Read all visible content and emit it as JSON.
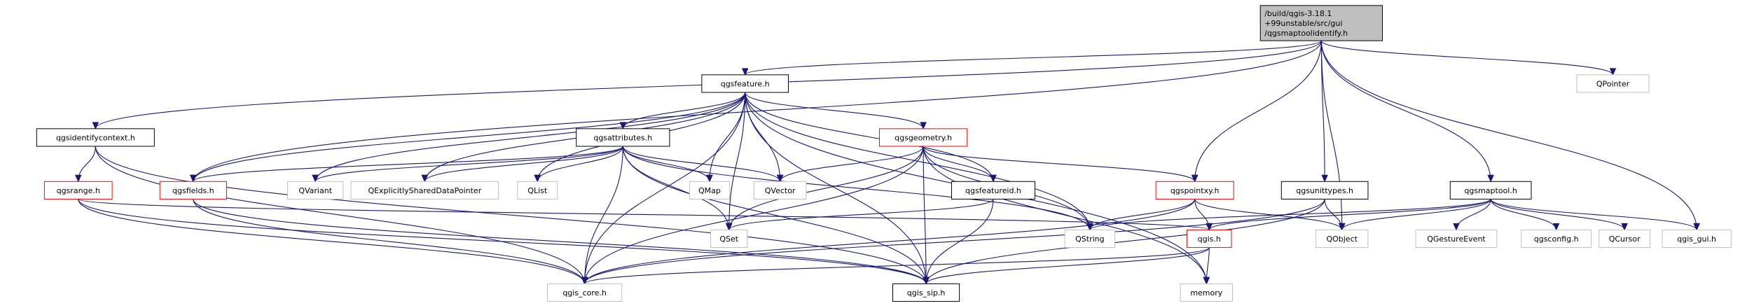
{
  "colors": {
    "edge": "#191970",
    "edge_light": "#a9a9a9",
    "border_normal": "#000000",
    "border_light": "#bfbfbf",
    "border_red": "#ff0000",
    "fill_root": "#bfbfbf",
    "fill_normal": "#ffffff"
  },
  "graph": {
    "nodes": [
      {
        "id": "root",
        "lines": [
          "/build/qgis-3.18.1",
          "+99unstable/src/gui",
          "/qgsmaptoolidentify.h"
        ]
      },
      {
        "id": "qpointer",
        "lines": [
          "QPointer"
        ]
      },
      {
        "id": "qgsfeature",
        "lines": [
          "qgsfeature.h"
        ]
      },
      {
        "id": "qgsidentifycontext",
        "lines": [
          "qgsidentifycontext.h"
        ]
      },
      {
        "id": "qgsattributes",
        "lines": [
          "qgsattributes.h"
        ]
      },
      {
        "id": "qgsgeometry",
        "lines": [
          "qgsgeometry.h"
        ]
      },
      {
        "id": "qgsrange",
        "lines": [
          "qgsrange.h"
        ]
      },
      {
        "id": "qgsfields",
        "lines": [
          "qgsfields.h"
        ]
      },
      {
        "id": "qvariant",
        "lines": [
          "QVariant"
        ]
      },
      {
        "id": "qexplicit",
        "lines": [
          "QExplicitlySharedDataPointer"
        ]
      },
      {
        "id": "qlist",
        "lines": [
          "QList"
        ]
      },
      {
        "id": "qmap",
        "lines": [
          "QMap"
        ]
      },
      {
        "id": "qvector",
        "lines": [
          "QVector"
        ]
      },
      {
        "id": "qgsfeatureid",
        "lines": [
          "qgsfeatureid.h"
        ]
      },
      {
        "id": "qgspointxy",
        "lines": [
          "qgspointxy.h"
        ]
      },
      {
        "id": "qgsunittypes",
        "lines": [
          "qgsunittypes.h"
        ]
      },
      {
        "id": "qgsmaptool",
        "lines": [
          "qgsmaptool.h"
        ]
      },
      {
        "id": "qset",
        "lines": [
          "QSet"
        ]
      },
      {
        "id": "qstring",
        "lines": [
          "QString"
        ]
      },
      {
        "id": "qgis",
        "lines": [
          "qgis.h"
        ]
      },
      {
        "id": "qobject",
        "lines": [
          "QObject"
        ]
      },
      {
        "id": "qgestureevent",
        "lines": [
          "QGestureEvent"
        ]
      },
      {
        "id": "qgsconfig",
        "lines": [
          "qgsconfig.h"
        ]
      },
      {
        "id": "qcursor",
        "lines": [
          "QCursor"
        ]
      },
      {
        "id": "qgis_gui",
        "lines": [
          "qgis_gui.h"
        ]
      },
      {
        "id": "qgis_core",
        "lines": [
          "qgis_core.h"
        ]
      },
      {
        "id": "qgis_sip",
        "lines": [
          "qgis_sip.h"
        ]
      },
      {
        "id": "memory",
        "lines": [
          "memory"
        ]
      }
    ],
    "edges": [
      {
        "from": "root",
        "to": "qgsfeature"
      },
      {
        "from": "root",
        "to": "qgsidentifycontext"
      },
      {
        "from": "root",
        "to": "qgsfields"
      },
      {
        "from": "root",
        "to": "qgspointxy"
      },
      {
        "from": "root",
        "to": "qgsunittypes"
      },
      {
        "from": "root",
        "to": "qobject"
      },
      {
        "from": "root",
        "to": "qgsmaptool"
      },
      {
        "from": "root",
        "to": "qgis_gui"
      },
      {
        "from": "root",
        "to": "qpointer"
      },
      {
        "from": "qgsfeature",
        "to": "qgsattributes"
      },
      {
        "from": "qgsfeature",
        "to": "qgsgeometry"
      },
      {
        "from": "qgsfeature",
        "to": "qgsfields"
      },
      {
        "from": "qgsfeature",
        "to": "qgsfeatureid"
      },
      {
        "from": "qgsfeature",
        "to": "qvariant"
      },
      {
        "from": "qgsfeature",
        "to": "qexplicit"
      },
      {
        "from": "qgsfeature",
        "to": "qlist"
      },
      {
        "from": "qgsfeature",
        "to": "qmap"
      },
      {
        "from": "qgsfeature",
        "to": "qvector"
      },
      {
        "from": "qgsfeature",
        "to": "qstring"
      },
      {
        "from": "qgsfeature",
        "to": "qset"
      },
      {
        "from": "qgsfeature",
        "to": "qgis_core"
      },
      {
        "from": "qgsfeature",
        "to": "qgis_sip"
      },
      {
        "from": "qgsfeature",
        "to": "memory"
      },
      {
        "from": "qgsidentifycontext",
        "to": "qgsrange"
      },
      {
        "from": "qgsidentifycontext",
        "to": "qgis_core"
      },
      {
        "from": "qgsidentifycontext",
        "to": "qgis_sip"
      },
      {
        "from": "qgsattributes",
        "to": "qgsfields"
      },
      {
        "from": "qgsattributes",
        "to": "qvariant"
      },
      {
        "from": "qgsattributes",
        "to": "qexplicit"
      },
      {
        "from": "qgsattributes",
        "to": "qlist"
      },
      {
        "from": "qgsattributes",
        "to": "qmap"
      },
      {
        "from": "qgsattributes",
        "to": "qvector"
      },
      {
        "from": "qgsattributes",
        "to": "qset"
      },
      {
        "from": "qgsattributes",
        "to": "qstring"
      },
      {
        "from": "qgsattributes",
        "to": "qgis_core"
      },
      {
        "from": "qgsattributes",
        "to": "qgis_sip"
      },
      {
        "from": "qgsgeometry",
        "to": "qvector"
      },
      {
        "from": "qgsgeometry",
        "to": "qgsfeatureid"
      },
      {
        "from": "qgsgeometry",
        "to": "qgspointxy"
      },
      {
        "from": "qgsgeometry",
        "to": "qset"
      },
      {
        "from": "qgsgeometry",
        "to": "qstring"
      },
      {
        "from": "qgsgeometry",
        "to": "qgis_core"
      },
      {
        "from": "qgsgeometry",
        "to": "qgis_sip"
      },
      {
        "from": "qgsgeometry",
        "to": "memory"
      },
      {
        "from": "qgsrange",
        "to": "qgis"
      },
      {
        "from": "qgsrange",
        "to": "qgis_core"
      },
      {
        "from": "qgsrange",
        "to": "qgis_sip"
      },
      {
        "from": "qgsfields",
        "to": "qgis_core"
      },
      {
        "from": "qgsfields",
        "to": "qgis_sip"
      },
      {
        "from": "qgsfeatureid",
        "to": "qset"
      },
      {
        "from": "qgsfeatureid",
        "to": "qgis_sip"
      },
      {
        "from": "qgspointxy",
        "to": "qgis"
      },
      {
        "from": "qgspointxy",
        "to": "qstring"
      },
      {
        "from": "qgspointxy",
        "to": "qobject"
      },
      {
        "from": "qgspointxy",
        "to": "qgis_core"
      },
      {
        "from": "qgsunittypes",
        "to": "qobject"
      },
      {
        "from": "qgsunittypes",
        "to": "qgis_core"
      },
      {
        "from": "qgsunittypes",
        "to": "qgis_sip"
      },
      {
        "from": "qgsmaptool",
        "to": "qstring"
      },
      {
        "from": "qgsmaptool",
        "to": "qgis"
      },
      {
        "from": "qgsmaptool",
        "to": "qobject"
      },
      {
        "from": "qgsmaptool",
        "to": "qgestureevent"
      },
      {
        "from": "qgsmaptool",
        "to": "qgsconfig"
      },
      {
        "from": "qgsmaptool",
        "to": "qcursor"
      },
      {
        "from": "qgsmaptool",
        "to": "qgis_gui"
      },
      {
        "from": "qgis",
        "to": "qgis_core"
      },
      {
        "from": "qgis",
        "to": "qgis_sip"
      },
      {
        "from": "qgis",
        "to": "memory"
      }
    ]
  }
}
